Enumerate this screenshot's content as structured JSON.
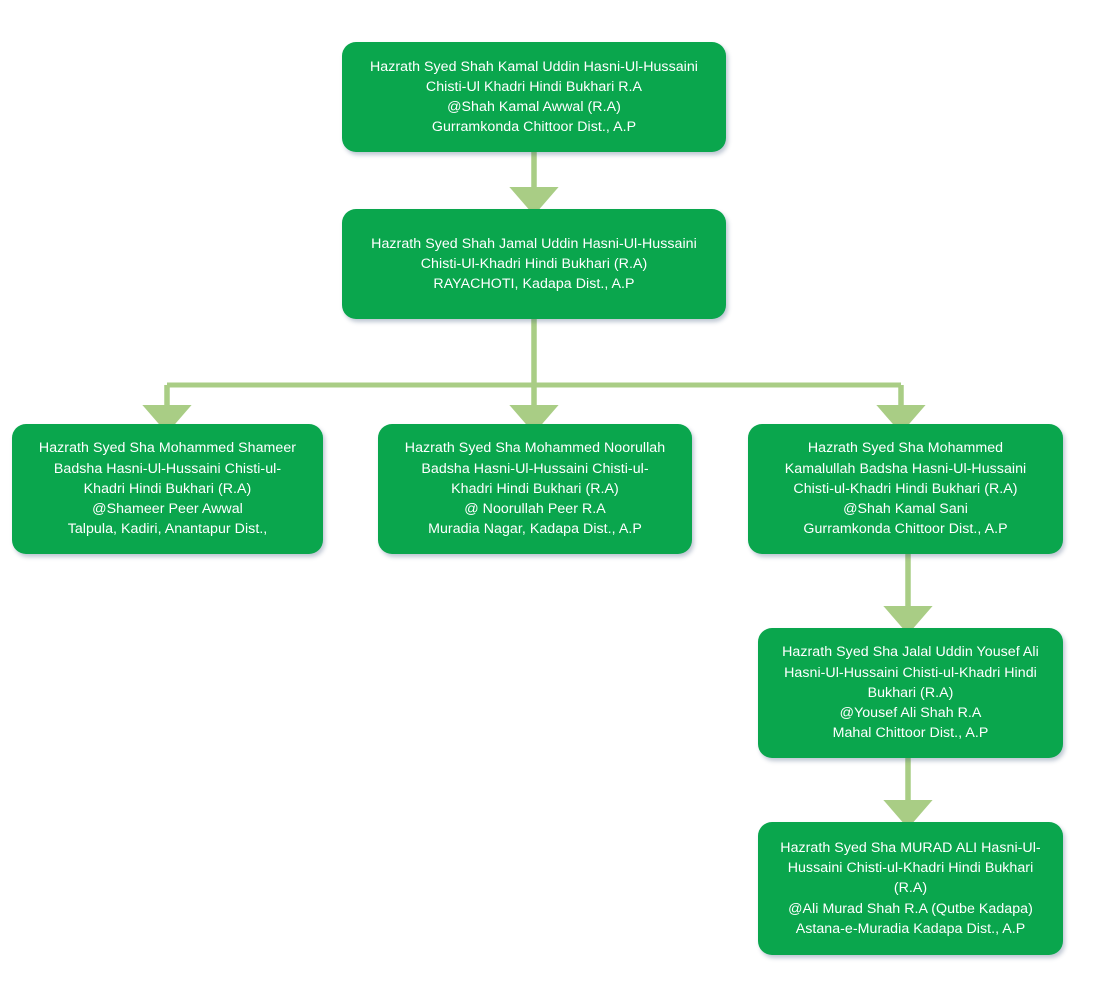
{
  "diagram": {
    "title": "Spiritual Lineage Flowchart",
    "colors": {
      "node_fill": "#0aa64d",
      "node_text": "#ffffff",
      "connector": "#a9cd85",
      "background": "#ffffff"
    }
  },
  "nodes": [
    {
      "id": "kamal-uddin-awwal",
      "text": "Hazrath Syed Shah Kamal Uddin Hasni-Ul-Hussaini\nChisti-Ul Khadri Hindi Bukhari R.A\n@Shah Kamal Awwal (R.A)\nGurramkonda Chittoor Dist., A.P"
    },
    {
      "id": "jamal-uddin",
      "text": "Hazrath Syed Shah Jamal Uddin Hasni-Ul-Hussaini\nChisti-Ul-Khadri Hindi Bukhari (R.A)\nRAYACHOTI, Kadapa Dist., A.P"
    },
    {
      "id": "mohammed-shameer",
      "text": "Hazrath Syed Sha Mohammed Shameer\nBadsha Hasni-Ul-Hussaini Chisti-ul-\nKhadri Hindi Bukhari (R.A)\n@Shameer Peer Awwal\nTalpula, Kadiri, Anantapur Dist.,"
    },
    {
      "id": "mohammed-noorullah",
      "text": "Hazrath Syed Sha Mohammed Noorullah\nBadsha Hasni-Ul-Hussaini Chisti-ul-\nKhadri Hindi Bukhari (R.A)\n@ Noorullah Peer R.A\nMuradia Nagar, Kadapa Dist., A.P"
    },
    {
      "id": "mohammed-kamalullah",
      "text": "Hazrath Syed Sha Mohammed\nKamalullah Badsha Hasni-Ul-Hussaini\nChisti-ul-Khadri Hindi Bukhari (R.A)\n@Shah Kamal Sani\nGurramkonda Chittoor Dist., A.P"
    },
    {
      "id": "jalal-uddin-yousef-ali",
      "text": "Hazrath Syed Sha Jalal Uddin Yousef Ali\nHasni-Ul-Hussaini Chisti-ul-Khadri Hindi\nBukhari (R.A)\n@Yousef Ali Shah R.A\nMahal Chittoor Dist., A.P"
    },
    {
      "id": "murad-ali",
      "text": "Hazrath Syed Sha MURAD ALI Hasni-Ul-\nHussaini Chisti-ul-Khadri Hindi Bukhari\n(R.A)\n@Ali Murad Shah R.A (Qutbe Kadapa)\nAstana-e-Muradia Kadapa Dist., A.P"
    }
  ]
}
